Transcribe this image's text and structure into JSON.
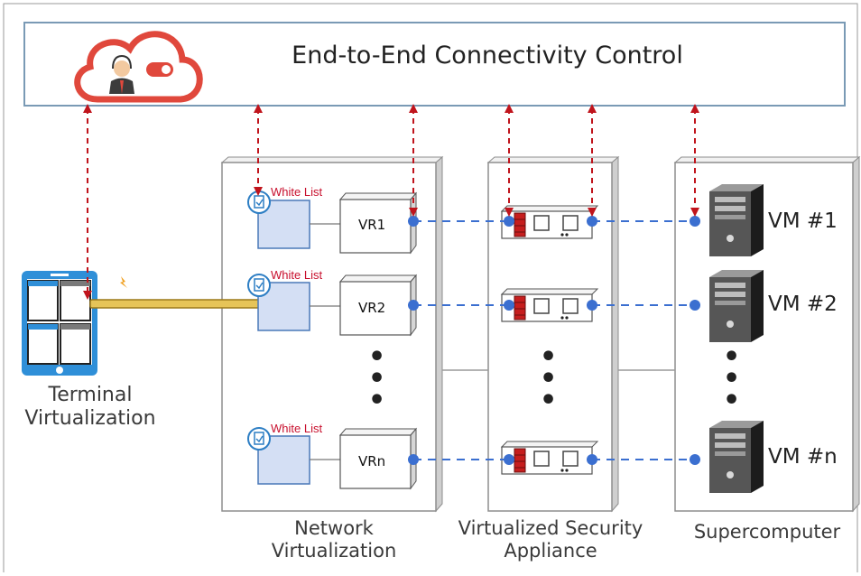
{
  "banner": {
    "title": "End-to-End Connectivity Control"
  },
  "terminal": {
    "label_line1": "Terminal",
    "label_line2": "Virtualization"
  },
  "network": {
    "label_line1": "Network",
    "label_line2": "Virtualization",
    "whitelist_label": "White List",
    "routers": [
      "VR1",
      "VR2",
      "VRn"
    ]
  },
  "security": {
    "label_line1": "Virtualized Security",
    "label_line2": "Appliance"
  },
  "supercomputer": {
    "label": "Supercomputer",
    "vms": [
      "VM #1",
      "VM #2",
      "VM #n"
    ]
  },
  "colors": {
    "control_arrow": "#c0141c",
    "data_link": "#3b6fd0",
    "tunnel": "#d8b23a",
    "panel": "#e8e8e8",
    "whitelist_box": "#d4dff4",
    "tablet": "#2f8fd8"
  }
}
